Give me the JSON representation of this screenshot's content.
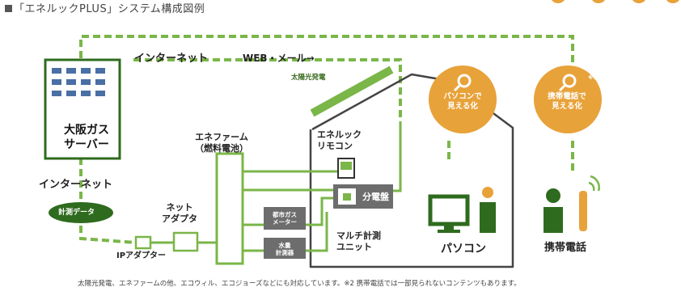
{
  "title": "「エネルックPLUS」システム構成図例",
  "labels": {
    "internet_top": "インターネット",
    "web_mail": "WEB・メール→",
    "solar": "太陽光発電",
    "server": "大阪ガス\nサーバー",
    "internet_left": "インターネット",
    "meter_data": "計測データ",
    "net_adapter": "ネット\nアダプタ",
    "ip_adapter": "IPアダプター",
    "ene_farm": "エネファーム\n（燃料電池）",
    "remote": "エネルック\nリモコン",
    "distribution_panel": "分電盤",
    "gas_meter": "都市ガス\nメーター",
    "water_meter": "水量\n計測器",
    "multi_unit": "マルチ計測\nユニット",
    "pc": "パソコン",
    "mobile": "携帯電話"
  },
  "bubbles": {
    "pc": "パソコンで\n見える化",
    "mobile": "携帯電話で\n見える化",
    "mobile_note": "※2"
  },
  "footnote": "太陽光発電、エネファームの他、エコウィル、エコジョーズなどにも対応しています。※2 携帯電話では一部見られないコンテンツもあります。",
  "colors": {
    "green": "#7ab648",
    "dark_green": "#2e6b1e",
    "orange": "#e8a23a",
    "gray_box": "#6d6d6d"
  }
}
